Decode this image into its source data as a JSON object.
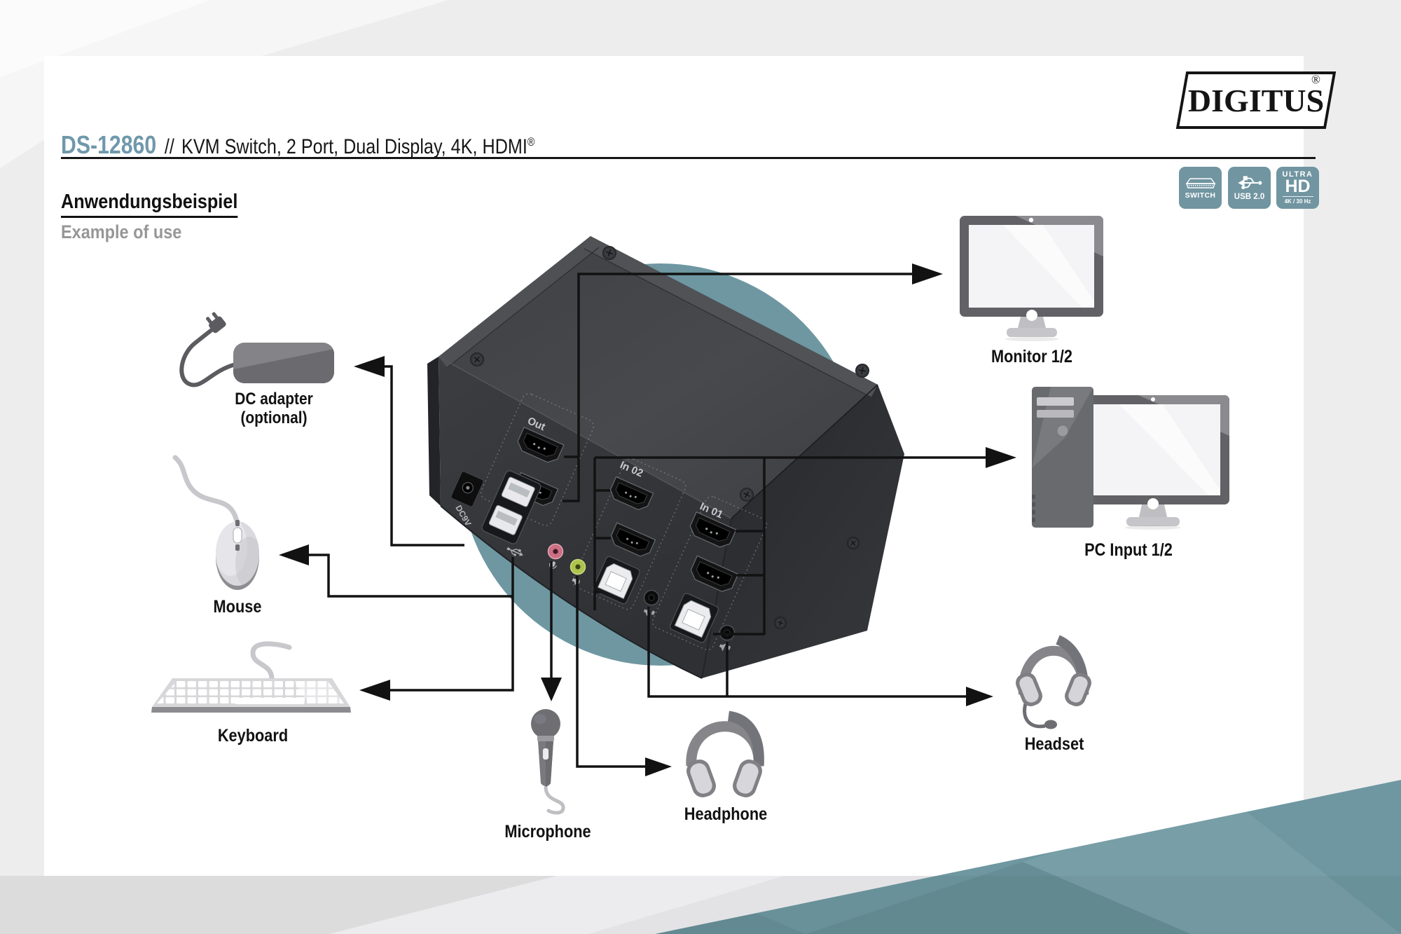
{
  "brand": {
    "name": "DIGITUS",
    "reg": "®"
  },
  "header": {
    "code": "DS-12860",
    "separator": "//",
    "title": "KVM Switch, 2 Port, Dual Display, 4K, HDMI",
    "title_reg": "®"
  },
  "section": {
    "title_de": "Anwendungsbeispiel",
    "title_en": "Example of use"
  },
  "badges": [
    {
      "label": "SWITCH"
    },
    {
      "label": "USB 2.0"
    },
    {
      "line1": "ULTRA",
      "line2": "HD",
      "line3": "4K / 30 Hz"
    }
  ],
  "device": {
    "port_labels": {
      "out": "Out",
      "in02": "In 02",
      "in01": "In 01",
      "dc": "DC9V"
    }
  },
  "peripherals": {
    "dc_adapter": {
      "label": "DC adapter",
      "sublabel": "(optional)"
    },
    "mouse": {
      "label": "Mouse"
    },
    "keyboard": {
      "label": "Keyboard"
    },
    "microphone": {
      "label": "Microphone"
    },
    "headphone": {
      "label": "Headphone"
    },
    "headset": {
      "label": "Headset"
    },
    "monitor": {
      "label": "Monitor 1/2"
    },
    "pc": {
      "label": "PC Input 1/2"
    }
  },
  "colors": {
    "teal": "#6E97A1",
    "badge_teal": "#7195A1",
    "code_blue": "#6F98AB",
    "heading_gray": "#979797",
    "line_black": "#121212"
  }
}
